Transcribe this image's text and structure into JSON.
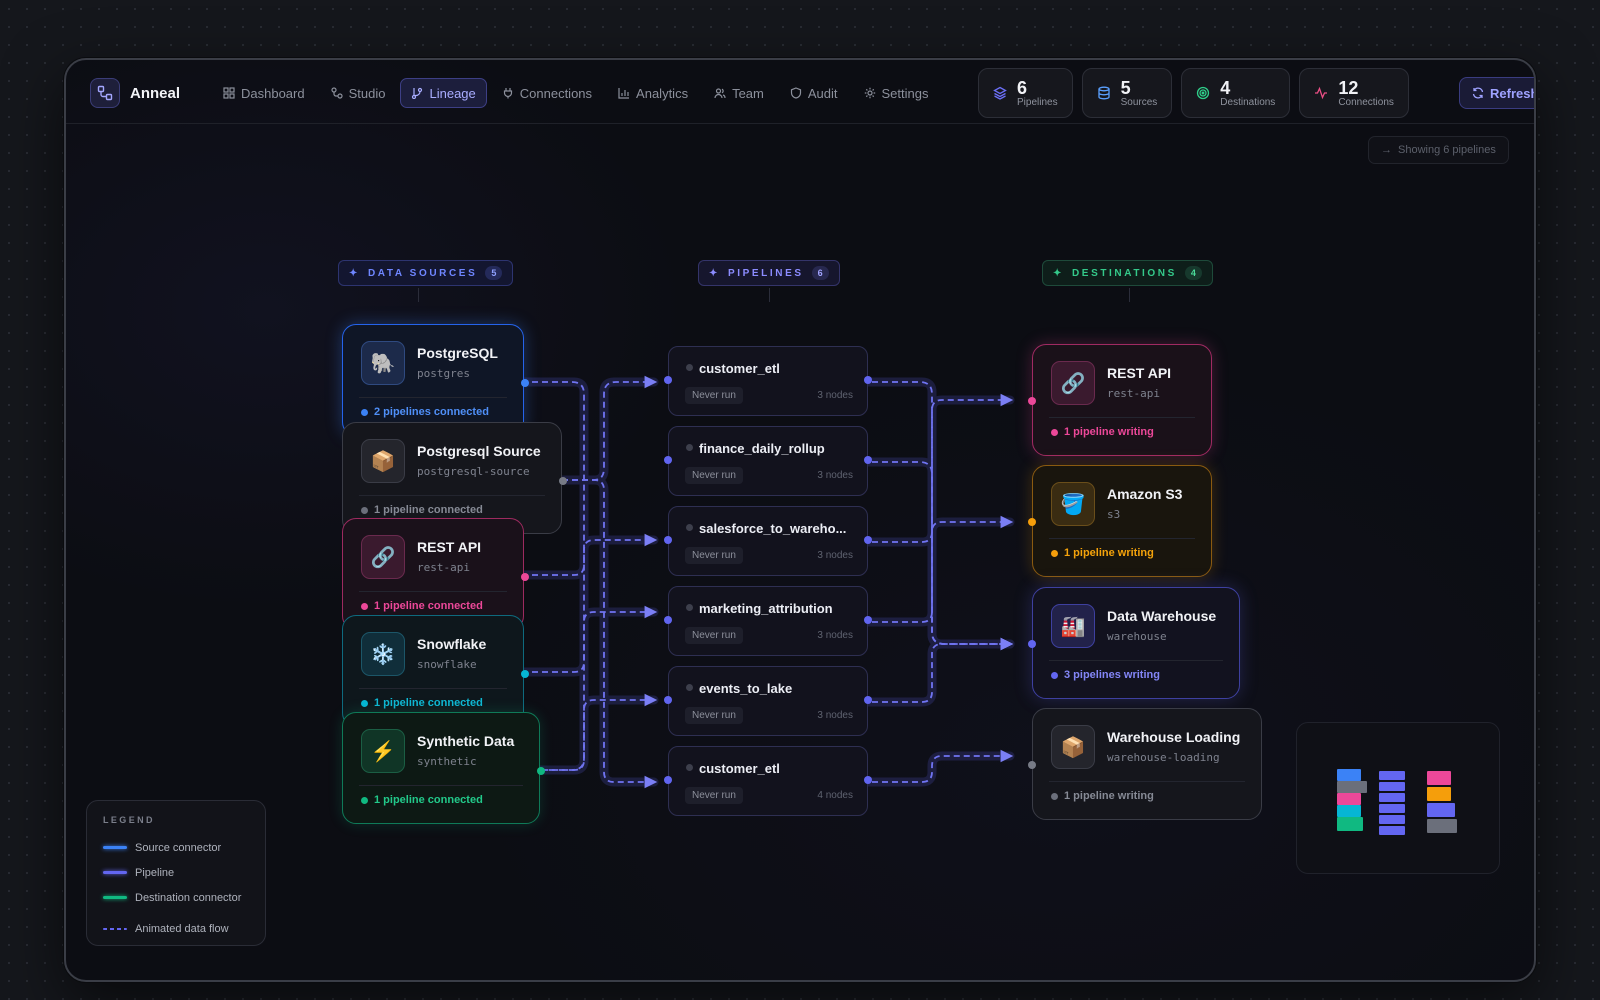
{
  "app": {
    "name": "Anneal"
  },
  "nav": [
    {
      "label": "Dashboard",
      "icon": "grid-icon",
      "active": false
    },
    {
      "label": "Studio",
      "icon": "workflow-icon",
      "active": false
    },
    {
      "label": "Lineage",
      "icon": "git-branch-icon",
      "active": true
    },
    {
      "label": "Connections",
      "icon": "plug-icon",
      "active": false
    },
    {
      "label": "Analytics",
      "icon": "bar-chart-icon",
      "active": false
    },
    {
      "label": "Team",
      "icon": "users-icon",
      "active": false
    },
    {
      "label": "Audit",
      "icon": "shield-icon",
      "active": false
    },
    {
      "label": "Settings",
      "icon": "gear-icon",
      "active": false
    }
  ],
  "stats": [
    {
      "value": "6",
      "label": "Pipelines",
      "icon": "layers-icon",
      "color": "#6b6ff7"
    },
    {
      "value": "5",
      "label": "Sources",
      "icon": "database-icon",
      "color": "#5aa0ff"
    },
    {
      "value": "4",
      "label": "Destinations",
      "icon": "target-icon",
      "color": "#2fcf8a"
    },
    {
      "value": "12",
      "label": "Connections",
      "icon": "activity-icon",
      "color": "#ec4f86"
    }
  ],
  "refresh_label": "Refresh",
  "showing_label": "Showing 6 pipelines",
  "columns": {
    "sources": {
      "label": "DATA SOURCES",
      "count": "5"
    },
    "pipelines": {
      "label": "PIPELINES",
      "count": "6"
    },
    "destinations": {
      "label": "DESTINATIONS",
      "count": "4"
    }
  },
  "sources": [
    {
      "title": "PostgreSQL",
      "sub": "postgres",
      "foot": "2 pipelines connected",
      "icon": "elephant-icon",
      "color": "#3b82f6"
    },
    {
      "title": "Postgresql Source",
      "sub": "postgresql-source",
      "foot": "1 pipeline connected",
      "icon": "package-icon",
      "color": "#6b6f7b"
    },
    {
      "title": "REST API",
      "sub": "rest-api",
      "foot": "1 pipeline connected",
      "icon": "link-icon",
      "color": "#ec4899"
    },
    {
      "title": "Snowflake",
      "sub": "snowflake",
      "foot": "1 pipeline connected",
      "icon": "snowflake-icon",
      "color": "#06b6d4"
    },
    {
      "title": "Synthetic Data",
      "sub": "synthetic",
      "foot": "1 pipeline connected",
      "icon": "bolt-icon",
      "color": "#10b981"
    }
  ],
  "pipelines": [
    {
      "title": "customer_etl",
      "status": "Never run",
      "nodes": "3 nodes"
    },
    {
      "title": "finance_daily_rollup",
      "status": "Never run",
      "nodes": "3 nodes"
    },
    {
      "title": "salesforce_to_wareho...",
      "status": "Never run",
      "nodes": "3 nodes"
    },
    {
      "title": "marketing_attribution",
      "status": "Never run",
      "nodes": "3 nodes"
    },
    {
      "title": "events_to_lake",
      "status": "Never run",
      "nodes": "3 nodes"
    },
    {
      "title": "customer_etl",
      "status": "Never run",
      "nodes": "4 nodes"
    }
  ],
  "destinations": [
    {
      "title": "REST API",
      "sub": "rest-api",
      "foot": "1 pipeline writing",
      "icon": "link-icon",
      "color": "#ec4899"
    },
    {
      "title": "Amazon S3",
      "sub": "s3",
      "foot": "1 pipeline writing",
      "icon": "bucket-icon",
      "color": "#f59e0b"
    },
    {
      "title": "Data Warehouse",
      "sub": "warehouse",
      "foot": "3 pipelines writing",
      "icon": "factory-icon",
      "color": "#6366f1"
    },
    {
      "title": "Warehouse Loading",
      "sub": "warehouse-loading",
      "foot": "1 pipeline writing",
      "icon": "package-icon",
      "color": "#6b6f7b"
    }
  ],
  "legend": {
    "title": "LEGEND",
    "items": [
      {
        "label": "Source connector",
        "color": "#3b82f6"
      },
      {
        "label": "Pipeline",
        "color": "#6366f1"
      },
      {
        "label": "Destination connector",
        "color": "#10b981"
      },
      {
        "label": "Animated data flow",
        "color": "#6366f1"
      }
    ]
  }
}
